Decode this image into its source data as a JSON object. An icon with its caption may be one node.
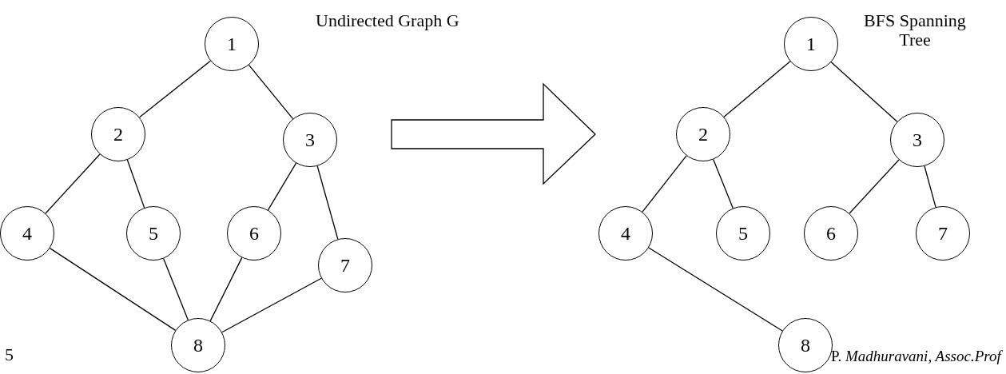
{
  "diagram": {
    "nodes": [
      {
        "text": [
          "1"
        ]
      },
      {
        "text": [
          "2"
        ]
      },
      {
        "text": [
          "3"
        ]
      },
      {
        "text": [
          "4"
        ]
      },
      {
        "text": [
          "5"
        ]
      },
      {
        "text": [
          "6"
        ]
      },
      {
        "text": [
          "7"
        ]
      },
      {
        "text": [
          "8"
        ]
      },
      {
        "text": [
          "1"
        ]
      },
      {
        "text": [
          "2"
        ]
      },
      {
        "text": [
          "3"
        ]
      },
      {
        "text": [
          "4"
        ]
      },
      {
        "text": [
          "5"
        ]
      },
      {
        "text": [
          "6"
        ]
      },
      {
        "text": [
          "7"
        ]
      },
      {
        "text": [
          "8"
        ]
      }
    ],
    "edges": [
      {
        "from": 0,
        "to": 1,
        "arrow": "none"
      },
      {
        "from": 0,
        "to": 2,
        "arrow": "none"
      },
      {
        "from": 1,
        "to": 3,
        "arrow": "none"
      },
      {
        "from": 1,
        "to": 4,
        "arrow": "none"
      },
      {
        "from": 2,
        "to": 5,
        "arrow": "none"
      },
      {
        "from": 2,
        "to": 6,
        "arrow": "none"
      },
      {
        "from": 3,
        "to": 7,
        "arrow": "none"
      },
      {
        "from": 4,
        "to": 7,
        "arrow": "none"
      },
      {
        "from": 5,
        "to": 7,
        "arrow": "none"
      },
      {
        "from": 6,
        "to": 7,
        "arrow": "none"
      },
      {
        "from": 8,
        "to": 9,
        "arrow": "none"
      },
      {
        "from": 8,
        "to": 10,
        "arrow": "none"
      },
      {
        "from": 9,
        "to": 11,
        "arrow": "none"
      },
      {
        "from": 9,
        "to": 12,
        "arrow": "none"
      },
      {
        "from": 10,
        "to": 13,
        "arrow": "none"
      },
      {
        "from": 10,
        "to": 14,
        "arrow": "none"
      },
      {
        "from": 11,
        "to": 15,
        "arrow": "none"
      }
    ],
    "labels": [
      "Undirected Graph G",
      "BFS Spanning Tree",
      "5",
      "P. *Madhuravani, Assoc.Prof*"
    ]
  }
}
